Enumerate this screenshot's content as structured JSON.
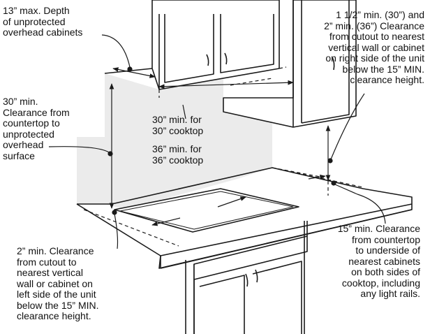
{
  "labels": {
    "cabinet_depth": [
      "13” max. Depth",
      "of unprotected",
      "overhead cabinets"
    ],
    "right_side_clearance": [
      "1 1/2” min. (30”) and",
      "2” min. (36”) Clearance",
      "from cutout to nearest",
      "vertical wall or cabinet",
      "on right side of the unit",
      "below the 15” MIN.",
      "clearance height."
    ],
    "overhead_clearance": [
      "30” min.",
      "Clearance from",
      "countertop to",
      "unprotected",
      "overhead",
      "surface"
    ],
    "width_30": [
      "30” min. for",
      "30” cooktop"
    ],
    "width_36": [
      "36” min. for",
      "36” cooktop"
    ],
    "left_side_clearance": [
      "2” min. Clearance",
      "from cutout to",
      "nearest vertical",
      "wall or cabinet on",
      "left side of the unit",
      "below the 15” MIN.",
      "clearance height."
    ],
    "cabinet_underside_clearance": [
      "15” min. Clearance",
      "from countertop",
      "to underside of",
      "nearest cabinets",
      "on both sides of",
      "cooktop, including",
      "any light rails."
    ]
  },
  "colors": {
    "line": "#1a1a1a",
    "wall_shade": "#ebebeb",
    "background": "#ffffff"
  }
}
